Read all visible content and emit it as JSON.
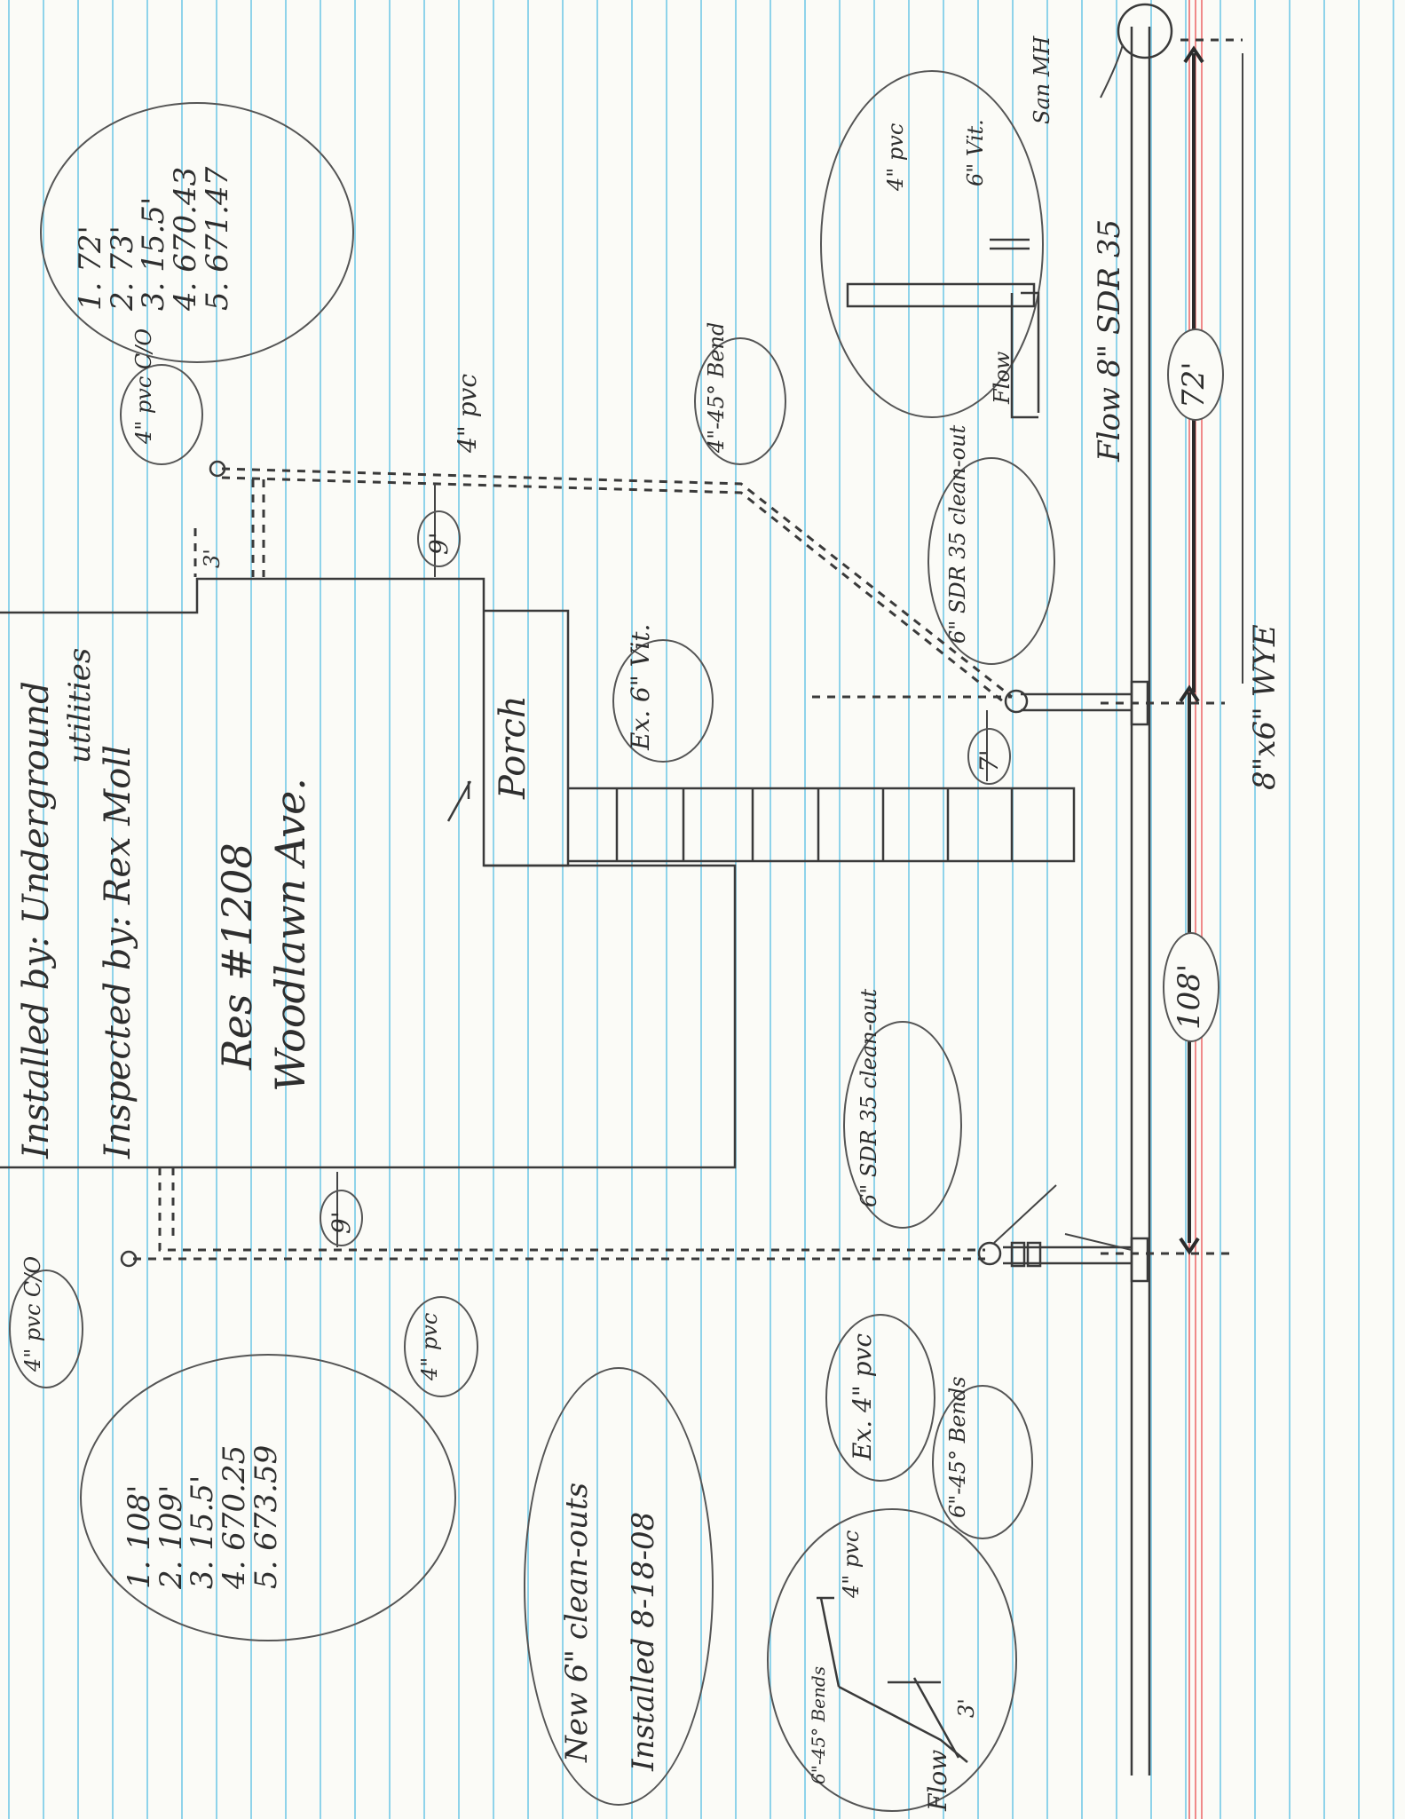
{
  "header": {
    "installed_by": "Installed by: Underground",
    "installed_by_cont": "utilities",
    "inspected_by": "Inspected by: Rex Moll",
    "address_line1": "Res #1208",
    "address_line2": "Woodlawn Ave."
  },
  "labels": {
    "porch": "Porch",
    "new_cleanouts": "New 6\" clean-outs",
    "installed_date": "Installed 8-18-08",
    "main_line": "Flow 8\" SDR 35",
    "san_mh": "San MH",
    "wye": "8\"x6\" WYE",
    "dist_108": "108'",
    "dist_72": "72'",
    "dist_7": "7'",
    "dist_9_top": "9'",
    "dist_9_bottom": "9'",
    "dist_3": "3'",
    "pvc_4_top": "4\" pvc",
    "pvc_4_bottom": "4\" pvc",
    "co_4_top": "4\" pvc C/O",
    "co_4_bottom": "4\" pvc C/O",
    "bend_4_45": "4\"-45° Bend",
    "ex6_vit": "Ex. 6\" Vit.",
    "ex4_pvc": "Ex. 4\" pvc",
    "cleanout_6_top": "6\" SDR 35 clean-out",
    "cleanout_6_bottom": "6\" SDR 35 clean-out",
    "bends_6_45": "6\"-45° Bends"
  },
  "measurements_top": [
    {
      "num": "1.",
      "value": "72'"
    },
    {
      "num": "2.",
      "value": "73'"
    },
    {
      "num": "3.",
      "value": "15.5'"
    },
    {
      "num": "4.",
      "value": "670.43"
    },
    {
      "num": "5.",
      "value": "671.47"
    }
  ],
  "measurements_bottom": [
    {
      "num": "1.",
      "value": "108'"
    },
    {
      "num": "2.",
      "value": "109'"
    },
    {
      "num": "3.",
      "value": "15.5'"
    },
    {
      "num": "4.",
      "value": "670.25"
    },
    {
      "num": "5.",
      "value": "673.59"
    }
  ],
  "detail_top": {
    "pvc": "4\" pvc",
    "vit": "6\" Vit.",
    "flow": "Flow"
  },
  "detail_bottom": {
    "pvc": "4\" pvc",
    "bends": "6\"-45° Bends",
    "dim": "3'",
    "flow": "Flow"
  },
  "colors": {
    "paper": "#fbfbf7",
    "rule_blue": "#8fd3ea",
    "margin_red": "#f08a8a",
    "pencil": "#3a3a3a"
  }
}
